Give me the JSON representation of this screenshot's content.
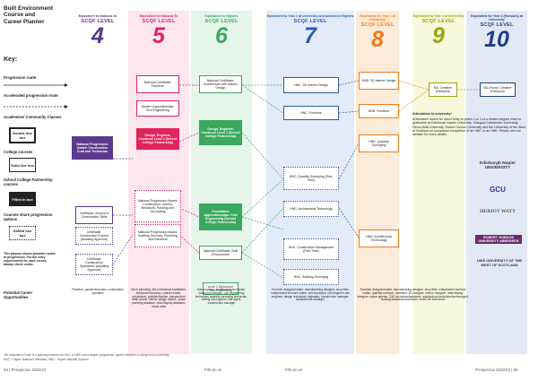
{
  "title": "Built Environment Course and Career Planner",
  "key": {
    "heading": "Key:",
    "progression": "Progression route",
    "accelerated": "Accelerated progression route",
    "academies": "Academies/ Community Classes",
    "academies_box": "Double line box",
    "college": "College courses",
    "college_box": "Solid line box",
    "school": "School College Partnership courses",
    "school_box": "Filled in box",
    "options": "Courses share progression options",
    "options_box": "Dotted line box",
    "note": "This planner shows possible routes of progression. For full entry requirements for each course, always check online.",
    "careers": "Potential Career Opportunities"
  },
  "levels": [
    {
      "eq": "Equivalent to National 4s",
      "lvl": "SCQF LEVEL",
      "num": "4",
      "color": "#5b3a8c",
      "bg": "#ffffff"
    },
    {
      "eq": "Equivalent to National 5s",
      "lvl": "SCQF LEVEL",
      "num": "5",
      "color": "#e0245e",
      "bg": "#fde6ee"
    },
    {
      "eq": "Equivalent to Highers",
      "lvl": "SCQF LEVEL",
      "num": "6",
      "color": "#3aa85e",
      "bg": "#e6f5ea"
    },
    {
      "eq": "Equivalent to Year 1 at University and Advanced Highers",
      "lvl": "SCQF LEVEL",
      "num": "7",
      "color": "#2f5aa8",
      "bg": "#e3ebf8"
    },
    {
      "eq": "Equivalent for Year 2 at University",
      "lvl": "SCQF LEVEL",
      "num": "8",
      "color": "#f07a1a",
      "bg": "#fdebd9"
    },
    {
      "eq": "Equivalent to Year 3 at University",
      "lvl": "SCQF LEVEL",
      "num": "9",
      "color": "#b5c21a",
      "bg": "#f7f9dc"
    },
    {
      "eq": "Equivalent for Year 4 (Honours) at University",
      "lvl": "SCQF LEVEL",
      "num": "10",
      "color": "#1f3f88",
      "bg": "#e3e8f5"
    }
  ],
  "courses": {
    "l4a": "National Progression Award: Construction Craft and Technician",
    "l4b": "Certificate: Access to Construction Skills",
    "l4c": "Certificate: Construction Futures (Awaiting Approval)",
    "l4d": "Certificate: Construction Operations (Awaiting Approval)",
    "l5a": "National Certificate: Furniture",
    "l5b": "Modern Apprenticeship: Civil Engineering",
    "l5c": "Design, Engineer, Construct Level 1 (School College Partnership)",
    "l5d": "National Progression Award: Construction: Joinery, Brickwork, Painting and Decorating",
    "l5e": "National Progression Award: Building Services: Plumbing and Electrical",
    "l6a": "National Certificate: Architecture with Interior Design",
    "l6b": "Design, Engineer, Construct Level 2 (School College Partnership)",
    "l6c": "Foundation Apprenticeships: Civil Engineering (School College Partnership)",
    "l6d": "National Certificate: Built Environment",
    "l6e": "Level 3 Diploma in Gas Engineering",
    "l7a": "HNC: 3D Interior Design",
    "l7b": "HNC: Furniture",
    "l7c": "HNC: Quantity Surveying (Part-Time)",
    "l7d": "HNC: Architectural Technology",
    "l7e": "HNC: Construction Management (Part-Time)",
    "l7f": "HNC: Building Surveying",
    "l8a": "HND: 3D Interior Design",
    "l8b": "HND: Furniture",
    "l8c": "HND: Quantity Surveying",
    "l8d": "HND: Architectural Technology",
    "l9a": "BA: Creative Enterprise",
    "l10a": "BA (Hons): Creative Enterprise"
  },
  "articulation": {
    "heading": "Articulation to university*",
    "text": "Articulation routes for direct entry to years 2 or 3 of a related degree exist for graduates at Edinburgh Napier University, Glasgow Caledonian University, Heriot-Watt University, Robert Gordon University and the University of the West of Scotland on successful completion of an HNC or an HND. Please see our website for more details."
  },
  "universities": [
    "Edinburgh Napier UNIVERSITY",
    "GCU",
    "HERIOT WATT",
    "ROBERT GORDON UNIVERSITY ABERDEEN",
    "UWS UNIVERSITY OF THE WEST OF SCOTLAND"
  ],
  "careers": {
    "c4": "Plasterer, painter/decorator, construction operative",
    "c5": "MA in plumbing, MA in electrical installation, electrical technician, cabinet maker, upholsterer, polisher/finisher, independent retail worker, interior design trainee, space planning assistant, retail display assistant, visual artist",
    "c6": "Gas engineer, architectural technician, building technician, civil engineering technician, quantity surveying technician, setting out engineer, site agent, construction manager",
    "c7": "Furniture designer/maker, manufacturing designer, shop fitter, independent furniture maker, self-employed, civil engineer site engineer, design technician, estimator, construction manager, assistant site manager",
    "c8": "Furniture designer/maker, manufacturing designer, shop fitter, independent furniture maker, quantity surveyor, estimator, 3D designer, interior designer, retail display designer, space planner, CAD technician/assistant, architectural technician/technologist, building standards technician, revit/CAD technician"
  },
  "footnote1": "*An Articulation Route is a pathway between an HNC or HND and a degree programme, agreed between a college and a university.",
  "footnote2": "HNC = Higher National Certificate, HND = Higher National Diploma",
  "footer": {
    "left": "84 | Prospectus 2022/23",
    "mid1": "Fife.ac.uk",
    "mid2": "Fife.ac.uk",
    "right": "Prospectus 2022/23 | 85"
  }
}
